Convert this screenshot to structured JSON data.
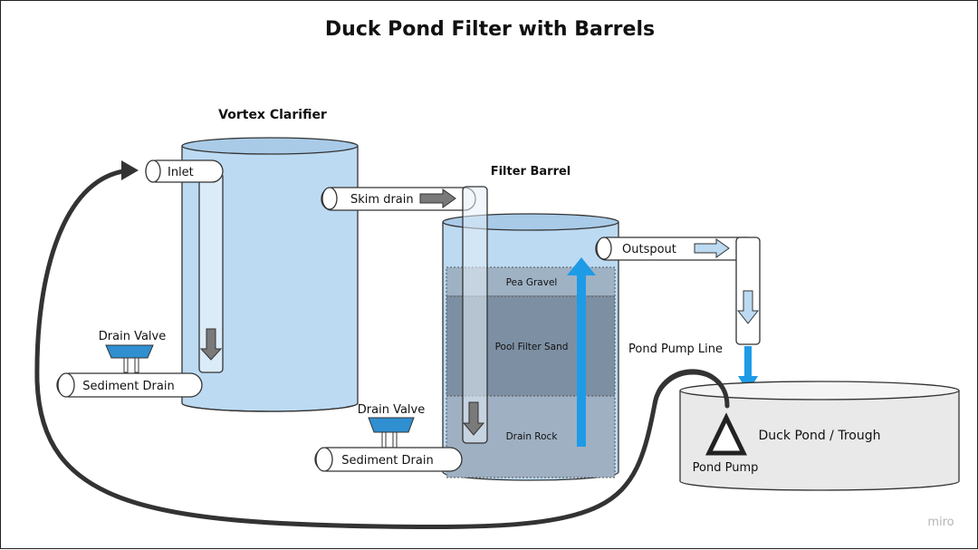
{
  "diagram": {
    "title": "Duck Pond Filter with Barrels",
    "vortex": {
      "label": "Vortex Clarifier",
      "inlet": "Inlet",
      "drain_valve": "Drain Valve",
      "sediment_drain": "Sediment Drain"
    },
    "filter": {
      "label": "Filter Barrel",
      "skim_drain": "Skim drain",
      "outspout": "Outspout",
      "layers": {
        "pea_gravel": "Pea Gravel",
        "pool_filter_sand": "Pool Filter Sand",
        "drain_rock": "Drain Rock"
      },
      "drain_valve": "Drain Valve",
      "sediment_drain": "Sediment Drain"
    },
    "pond": {
      "label": "Duck Pond / Trough",
      "pump": "Pond Pump",
      "pump_line": "Pond Pump Line"
    },
    "watermark": "miro",
    "colors": {
      "water": "#bcdaf2",
      "water_dark": "#a9cbe8",
      "pea_gravel": "#9fb2c4",
      "sand": "#7d8fa3",
      "rock": "#9fb0c2",
      "flow_arrow": "#1e9be6",
      "gray_arrow": "#7a7a7a",
      "valve": "#2f8fd1",
      "pond_fill": "#e9e9e9",
      "line": "#333333"
    }
  }
}
